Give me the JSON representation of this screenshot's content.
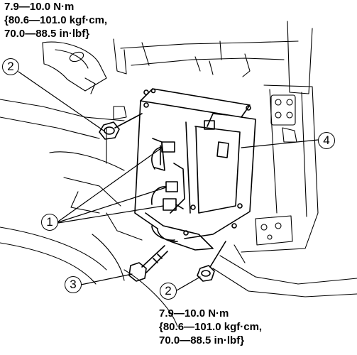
{
  "torque_top": {
    "line1": "7.9—10.0 N·m",
    "line2": "{80.6—101.0 kgf·cm,",
    "line3": "70.0—88.5 in·lbf}"
  },
  "torque_bottom": {
    "line1": "7.9—10.0 N·m",
    "line2": "{80.6—101.0 kgf·cm,",
    "line3": "70.0—88.5 in·lbf}"
  },
  "callouts": {
    "nut_upper": "2",
    "connectors": "1",
    "bolt": "3",
    "nut_lower": "2",
    "bracket": "4"
  },
  "colors": {
    "line": "#000000",
    "background": "#ffffff"
  }
}
